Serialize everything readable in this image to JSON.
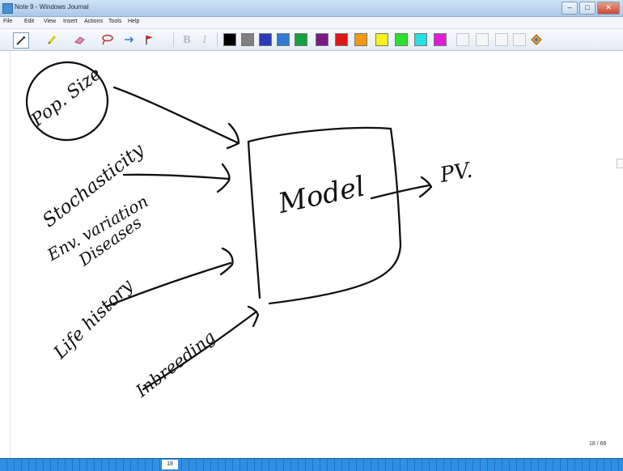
{
  "window": {
    "title": "Note 9 - Windows Journal",
    "minimize": "–",
    "maximize": "□",
    "close": "✕"
  },
  "menu": [
    "File",
    "Edit",
    "View",
    "Insert",
    "Actions",
    "Tools",
    "Help"
  ],
  "toolbar": {
    "tools": [
      "pen",
      "highlighter",
      "eraser",
      "lasso-select",
      "insert-space",
      "flag"
    ],
    "bold": "B",
    "italic": "I",
    "colors": [
      "#000000",
      "#808080",
      "#2b3ab8",
      "#2e7bd6",
      "#17a03c",
      "#7a1a86",
      "#e01717",
      "#f29a0d",
      "#f6f21b",
      "#2ee02e",
      "#24e0e0",
      "#e21bd6"
    ]
  },
  "notes": {
    "pop_size": "Pop. Size",
    "stochasticity": "Stochasticity",
    "env_variation": "Env. variation",
    "diseases": "Diseases",
    "life_history": "Life history",
    "inbreeding": "Inbreeding",
    "model": "Model",
    "pv": "PV."
  },
  "status": {
    "page_counter": "18 / 66",
    "page_number": "18"
  }
}
